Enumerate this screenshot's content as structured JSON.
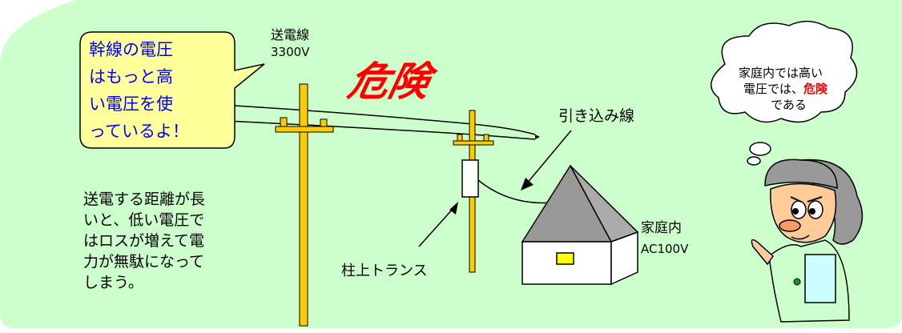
{
  "bubble_text": [
    "幹線の電圧",
    "はもっと高",
    "い電圧を使",
    "っているよ！"
  ],
  "transmission_line": {
    "label": "送電線",
    "voltage": "3300V"
  },
  "danger_label": "危険",
  "service_drop_label": "引き込み線",
  "explanation": [
    "送電する距離が長",
    "いと、低い電圧で",
    "はロスが増えて電",
    "力が無駄になって",
    "しまう。"
  ],
  "pole_transformer_label": "柱上トランス",
  "home": {
    "label": "家庭内",
    "voltage": "AC100V"
  },
  "thought": {
    "line1": "家庭内では高い",
    "line2_prefix": "電圧では、",
    "line2_danger": "危険",
    "line3": "である"
  },
  "colors": {
    "background": "#ccffcc",
    "bubble_fill": "#ffff99",
    "bubble_text": "#0000ff",
    "pole": "#ffcc00",
    "danger": "#ff0000",
    "roof": "#999999",
    "window": "#ffff00"
  }
}
